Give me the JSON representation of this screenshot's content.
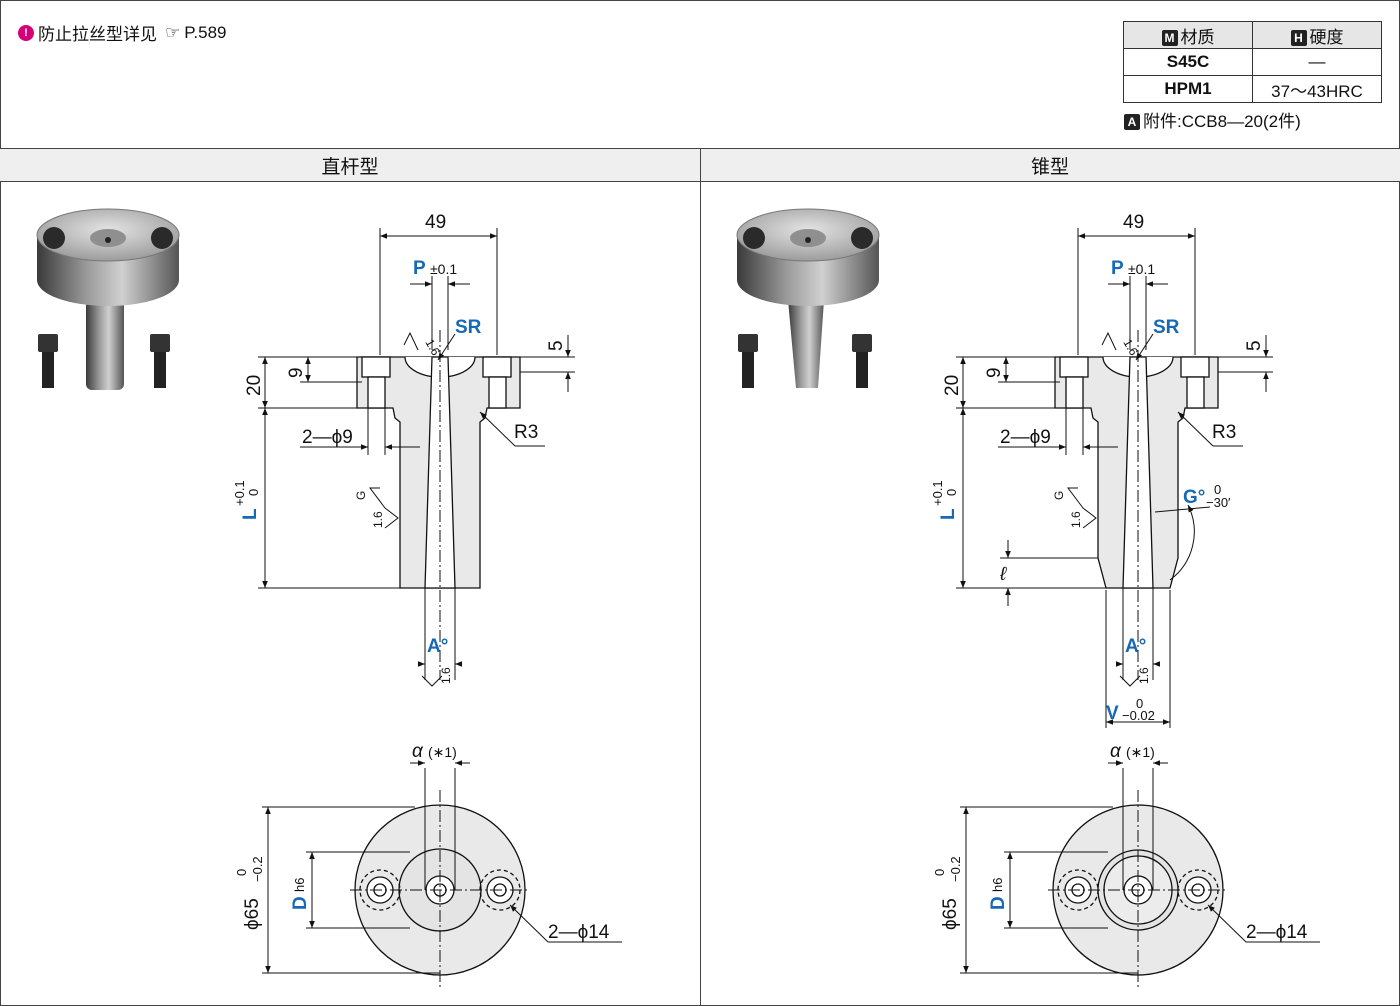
{
  "note": {
    "text": "防止拉丝型详见",
    "page_ref": "P.589",
    "pin_icon": "pin-icon",
    "hand_icon": "pointing-hand-icon"
  },
  "material_table": {
    "headers": [
      {
        "badge": "M",
        "label": "材质"
      },
      {
        "badge": "H",
        "label": "硬度"
      }
    ],
    "rows": [
      {
        "material": "S45C",
        "hardness": "—"
      },
      {
        "material": "HPM1",
        "hardness": "37～43HRC"
      }
    ],
    "accessory": {
      "badge": "A",
      "text": "附件:CCB8—20(2件)"
    }
  },
  "sections": [
    {
      "title": "直杆型",
      "dims": {
        "width": "49",
        "P": "P",
        "P_tol": "±0.1",
        "SR": "SR",
        "five": "5",
        "twenty": "20",
        "nine": "9",
        "holes": "2—ϕ9",
        "R3": "R3",
        "L": "L",
        "L_tol_up": "+0.1",
        "L_tol_low": "0",
        "G": "G",
        "rough1": "1.6",
        "rough2": "1.6",
        "rough3": "1.6",
        "A": "A°",
        "alpha": "α",
        "alpha_note": "(∗1)",
        "D": "D",
        "D_sub": "h6",
        "dia65": "ϕ65",
        "dia65_tol_up": "0",
        "dia65_tol_low": "−0.2",
        "holes14": "2—ϕ14"
      }
    },
    {
      "title": "锥型",
      "dims": {
        "width": "49",
        "P": "P",
        "P_tol": "±0.1",
        "SR": "SR",
        "five": "5",
        "twenty": "20",
        "nine": "9",
        "holes": "2—ϕ9",
        "R3": "R3",
        "L": "L",
        "L_tol_up": "+0.1",
        "L_tol_low": "0",
        "G": "G",
        "rough1": "1.6",
        "rough2": "1.6",
        "rough3": "1.6",
        "Gdeg": "G°",
        "Gdeg_tol_up": "0",
        "Gdeg_tol_low": "−30′",
        "ell": "ℓ",
        "A": "A°",
        "V": "V",
        "V_tol_up": "0",
        "V_tol_low": "−0.02",
        "alpha": "α",
        "alpha_note": "(∗1)",
        "D": "D",
        "D_sub": "h6",
        "dia65": "ϕ65",
        "dia65_tol_up": "0",
        "dia65_tol_low": "−0.2",
        "holes14": "2—ϕ14"
      }
    }
  ]
}
